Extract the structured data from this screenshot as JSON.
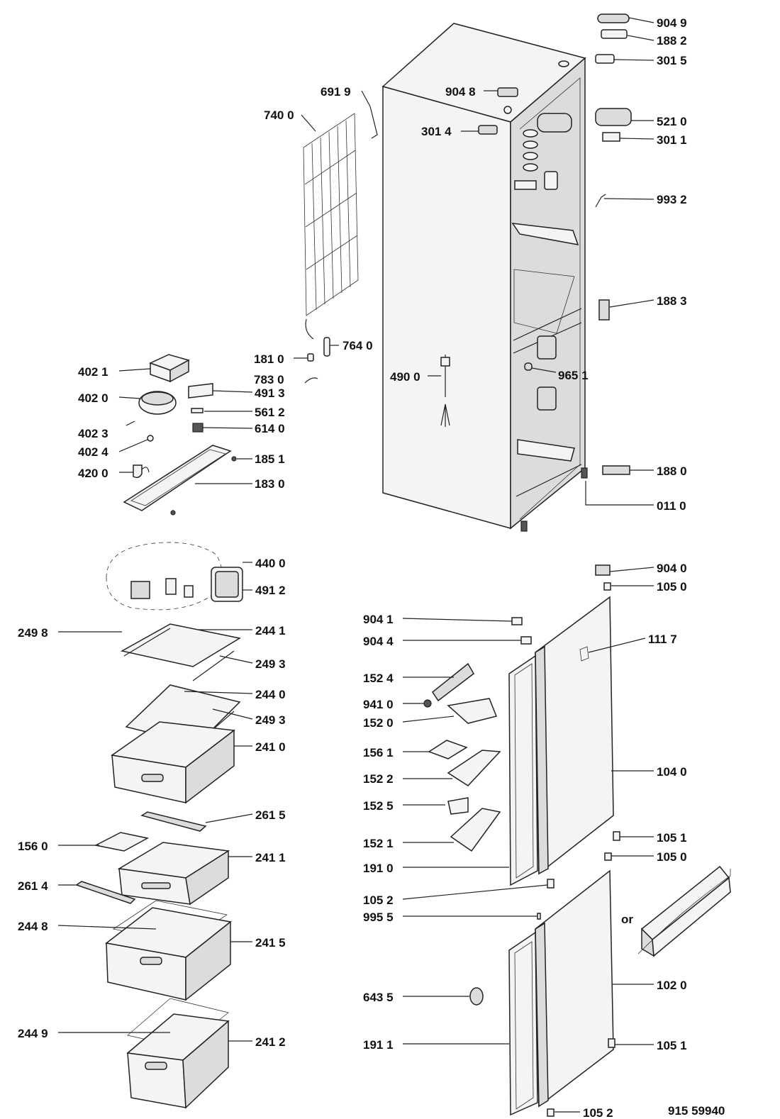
{
  "diagram": {
    "document_number": "915 59940",
    "or_text": "or",
    "labels": {
      "l_9049": "904 9",
      "l_1882": "188 2",
      "l_3015": "301 5",
      "l_9048": "904 8",
      "l_6919": "691 9",
      "l_7400": "740 0",
      "l_3014": "301 4",
      "l_5210": "521 0",
      "l_3011": "301 1",
      "l_9932": "993 2",
      "l_1883": "188 3",
      "l_1810": "181 0",
      "l_7640": "764 0",
      "l_7830": "783 0",
      "l_4021": "402 1",
      "l_4020": "402 0",
      "l_4913": "491 3",
      "l_5612": "561 2",
      "l_4023": "402 3",
      "l_6140": "614 0",
      "l_4024": "402 4",
      "l_1851": "185 1",
      "l_4200": "420 0",
      "l_1830": "183 0",
      "l_4900": "490 0",
      "l_9651": "965 1",
      "l_1880": "188 0",
      "l_0110": "011 0",
      "l_4400": "440 0",
      "l_4912": "491 2",
      "l_2498": "249 8",
      "l_2441": "244 1",
      "l_2493a": "249 3",
      "l_2440": "244 0",
      "l_2493b": "249 3",
      "l_2410": "241 0",
      "l_2615": "261 5",
      "l_1560": "156 0",
      "l_2411": "241 1",
      "l_2614": "261 4",
      "l_2448": "244 8",
      "l_2415": "241 5",
      "l_2449": "244 9",
      "l_2412": "241 2",
      "l_9040": "904 0",
      "l_1050a": "105 0",
      "l_9041": "904 1",
      "l_9044": "904 4",
      "l_1117": "111 7",
      "l_1524": "152 4",
      "l_9410": "941 0",
      "l_1520": "152 0",
      "l_1561": "156 1",
      "l_1040": "104 0",
      "l_1522": "152 2",
      "l_1525": "152 5",
      "l_1521": "152 1",
      "l_1051a": "105 1",
      "l_1910": "191 0",
      "l_1050b": "105 0",
      "l_1052a": "105 2",
      "l_9955": "995 5",
      "l_6435": "643 5",
      "l_1020": "102 0",
      "l_1911": "191 1",
      "l_1051b": "105 1",
      "l_1052b": "105 2"
    }
  }
}
